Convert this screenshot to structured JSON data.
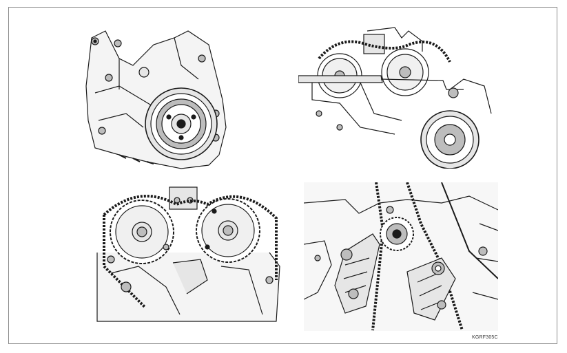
{
  "figure": {
    "code_label": "KGRF305C",
    "line_color": "#1a1a1a",
    "fill_light": "#e6e6e6",
    "fill_mid": "#bdbdbd",
    "frame_color": "#8a8a8a"
  },
  "panels": [
    {
      "id": "crankshaft-pulley-front-cover",
      "icon": "engine-front-cover-pulley-drawing"
    },
    {
      "id": "timing-chain-tensioner-sprockets",
      "icon": "timing-chain-camshaft-sprocket-drawing"
    },
    {
      "id": "camshaft-sprockets-chain",
      "icon": "camshaft-sprocket-chain-drawing"
    },
    {
      "id": "crankshaft-sprocket-chain-guide",
      "icon": "crankshaft-sprocket-chain-guide-drawing"
    }
  ]
}
